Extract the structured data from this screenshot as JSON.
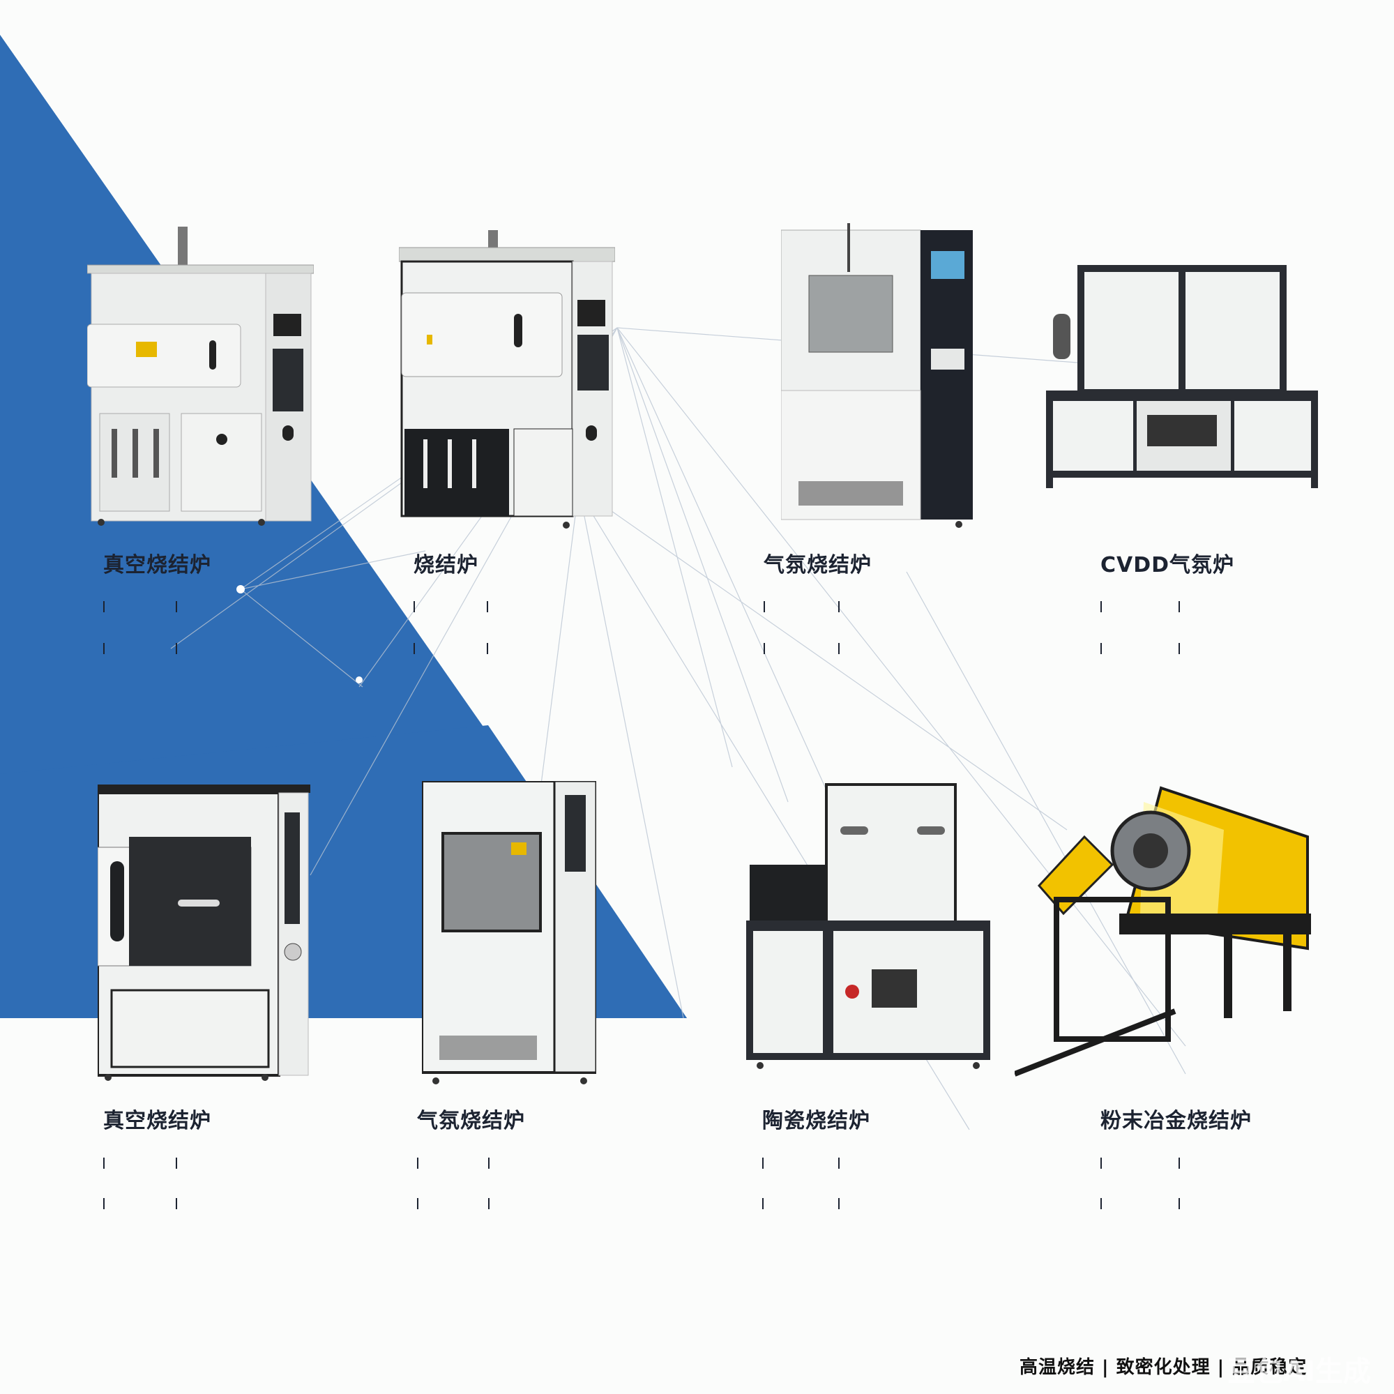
{
  "colors": {
    "blue": "#2f6db5",
    "dark": "#1c2331",
    "panel": "#e9ecea",
    "yellow": "#f2c200"
  },
  "products": [
    {
      "title": "真空烧结炉",
      "subtitle": "",
      "specs": [
        {
          "k": "",
          "v": ""
        },
        {
          "k": "",
          "v": ""
        },
        {
          "k": "",
          "v": ""
        },
        {
          "k": "",
          "v": ""
        }
      ],
      "desc": {
        "k": "",
        "v": ""
      }
    },
    {
      "title": "烧结炉",
      "subtitle": "",
      "specs": [
        {
          "k": "",
          "v": ""
        },
        {
          "k": "",
          "v": ""
        },
        {
          "k": "",
          "v": ""
        },
        {
          "k": "",
          "v": ""
        }
      ],
      "desc": {
        "k": "",
        "v": ""
      }
    },
    {
      "title": "气氛烧结炉",
      "subtitle": "",
      "specs": [
        {
          "k": "",
          "v": ""
        },
        {
          "k": "",
          "v": ""
        },
        {
          "k": "",
          "v": ""
        },
        {
          "k": "",
          "v": ""
        }
      ],
      "desc": {
        "k": "",
        "v": ""
      }
    },
    {
      "title": "CVDD气氛炉",
      "subtitle": "",
      "specs": [
        {
          "k": "",
          "v": ""
        },
        {
          "k": "",
          "v": ""
        },
        {
          "k": "",
          "v": ""
        },
        {
          "k": "",
          "v": ""
        }
      ],
      "desc": {
        "k": "",
        "v": ""
      }
    },
    {
      "title": "真空烧结炉",
      "subtitle": "",
      "specs": [
        {
          "k": "",
          "v": ""
        },
        {
          "k": "",
          "v": ""
        },
        {
          "k": "",
          "v": ""
        },
        {
          "k": "",
          "v": ""
        }
      ],
      "desc": {
        "k": "",
        "v": ""
      }
    },
    {
      "title": "气氛烧结炉",
      "subtitle": "",
      "specs": [
        {
          "k": "",
          "v": ""
        },
        {
          "k": "",
          "v": ""
        },
        {
          "k": "",
          "v": ""
        },
        {
          "k": "",
          "v": ""
        }
      ],
      "desc": {
        "k": "",
        "v": ""
      }
    },
    {
      "title": "陶瓷烧结炉",
      "subtitle": "",
      "specs": [
        {
          "k": "",
          "v": ""
        },
        {
          "k": "",
          "v": ""
        },
        {
          "k": "",
          "v": ""
        },
        {
          "k": "",
          "v": ""
        }
      ],
      "desc": {
        "k": "",
        "v": ""
      }
    },
    {
      "title": "粉末冶金烧结炉",
      "subtitle": "",
      "specs": [
        {
          "k": "",
          "v": ""
        },
        {
          "k": "",
          "v": ""
        },
        {
          "k": "",
          "v": ""
        },
        {
          "k": "",
          "v": ""
        }
      ],
      "desc": {
        "k": "",
        "v": ""
      }
    }
  ],
  "slogan": "高温烧结 | 致密化处理 | 品质稳定",
  "watermark": "豆包AI生成"
}
